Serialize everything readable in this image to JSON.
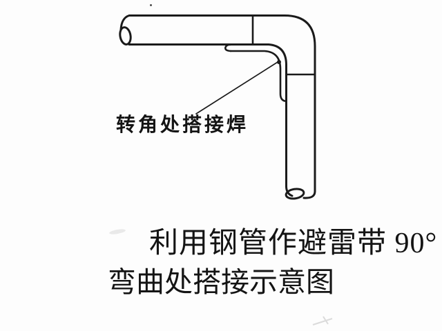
{
  "figure": {
    "callout_label": "转角处搭接焊",
    "caption": {
      "line1": "利用钢管作避雷带 90°",
      "line2": "弯曲处搭接示意图"
    }
  },
  "colors": {
    "background": "#fdfdfd",
    "line": "#1a1a1a",
    "text": "#141414"
  }
}
